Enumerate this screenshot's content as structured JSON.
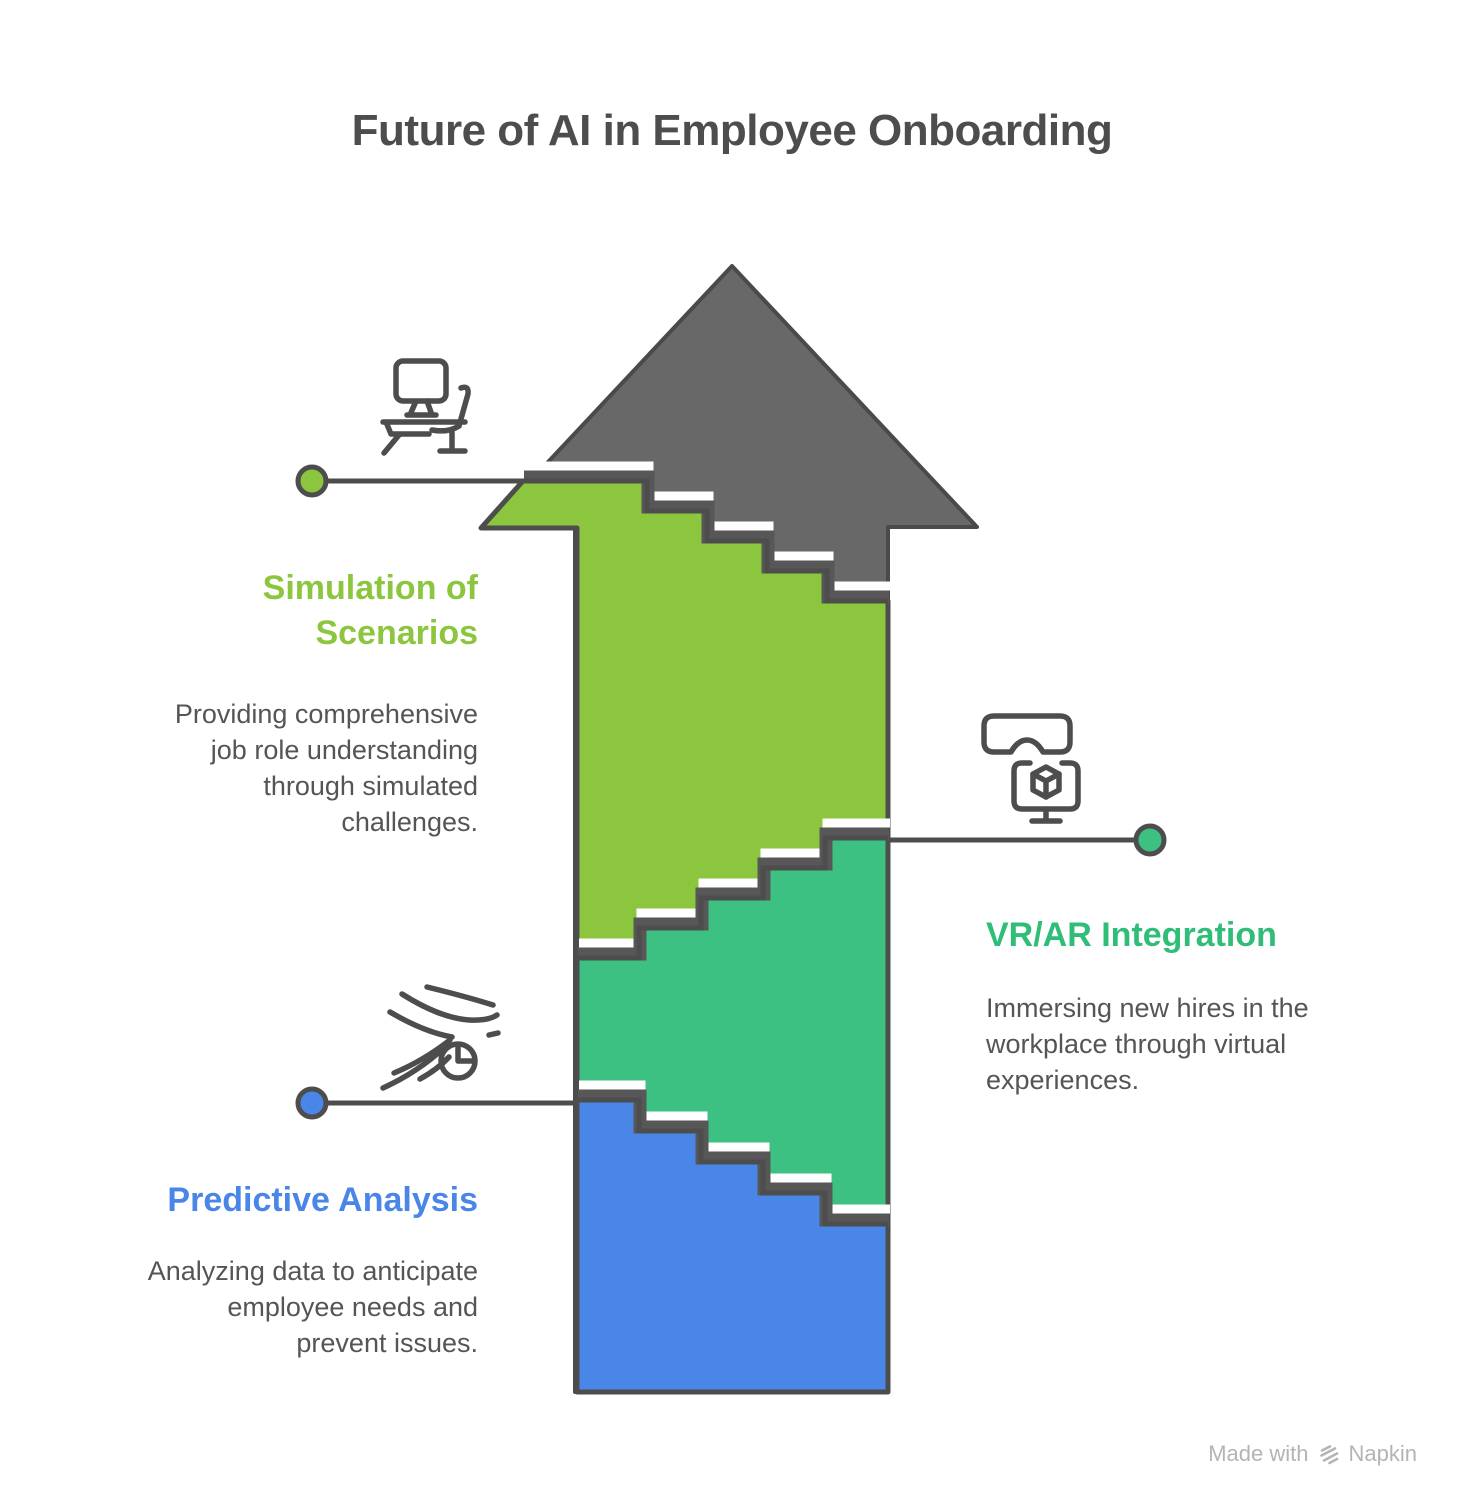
{
  "title": {
    "text": "Future of AI in Employee Onboarding",
    "color": "#4d4d4d"
  },
  "sections": [
    {
      "id": "simulation-of-scenarios",
      "heading": "Simulation of\nScenarios",
      "description": "Providing comprehensive\njob role understanding\nthrough simulated\nchallenges.",
      "heading_color": "#8cc63f",
      "fill": "#8cc63f",
      "dot_color": "#8cc63f",
      "icon": "desk-workstation-icon"
    },
    {
      "id": "vr-ar-integration",
      "heading": "VR/AR Integration",
      "description": "Immersing new hires in the\nworkplace through virtual\nexperiences.",
      "heading_color": "#2fbd77",
      "fill": "#3cc183",
      "dot_color": "#3cc183",
      "icon": "vr-headset-monitor-icon"
    },
    {
      "id": "predictive-analysis",
      "heading": "Predictive Analysis",
      "description": "Analyzing data to anticipate\nemployee needs and\nprevent issues.",
      "heading_color": "#4a86e8",
      "fill": "#4a86e8",
      "dot_color": "#4a86e8",
      "icon": "wind-forecast-clock-icon"
    }
  ],
  "arrow": {
    "fill": "#686868",
    "outline": "#4a4a4a",
    "step_shadow": "#575757",
    "step_highlight": "#ffffff"
  },
  "connector": {
    "color": "#4d4d4d"
  },
  "body_text_color": "#555555",
  "watermark": {
    "prefix": "Made with",
    "brand": "Napkin",
    "color": "#b4b4b4"
  }
}
